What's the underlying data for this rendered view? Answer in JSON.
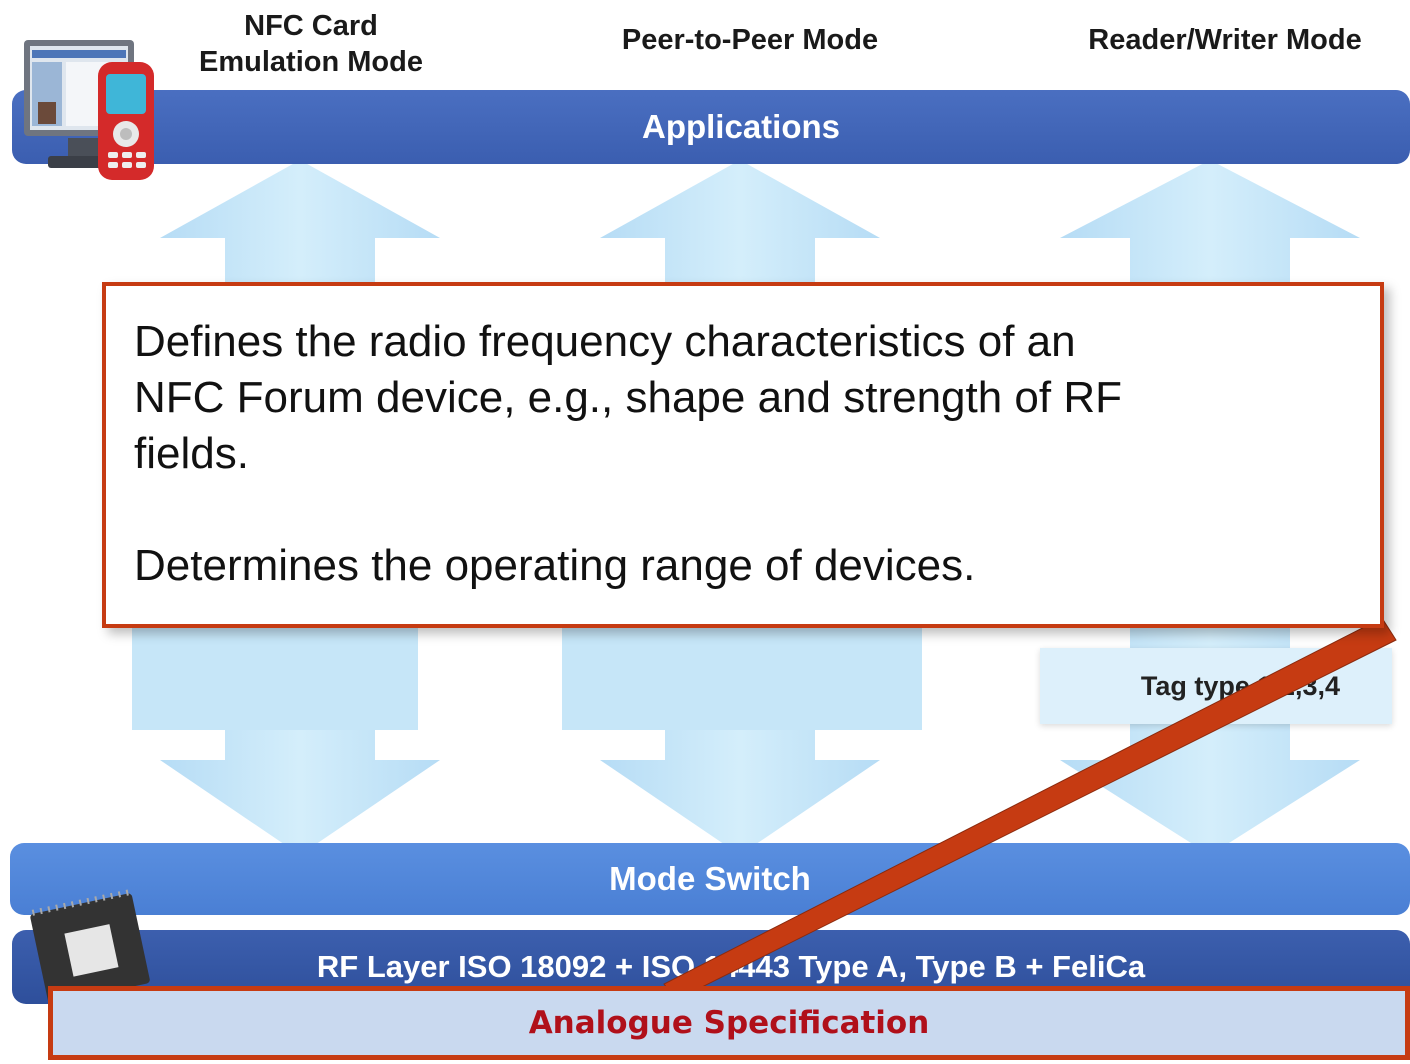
{
  "modes": {
    "card_emulation": [
      "NFC Card",
      "Emulation Mode"
    ],
    "peer_to_peer": "Peer-to-Peer Mode",
    "reader_writer": "Reader/Writer Mode"
  },
  "layers": {
    "applications": "Applications",
    "mode_switch": "Mode Switch",
    "rf_layer": "RF Layer ISO 18092 + ISO 14443 Type A, Type B + FeliCa"
  },
  "tag_box": "Tag type 1,2,3,4",
  "callout": {
    "paragraph_1": [
      "Defines the radio frequency characteristics of an",
      "NFC Forum device, e.g., shape and strength of RF",
      "fields."
    ],
    "paragraph_2": "Determines the operating range of devices."
  },
  "highlight": "Analogue Specification",
  "icons": [
    "computer-monitor-icon",
    "mobile-phone-icon",
    "chip-icon"
  ],
  "colors": {
    "applications_band": "#3b5eb0",
    "mode_switch_band": "#4a7fd4",
    "rf_band": "#2e4f9b",
    "arrow_fill": "#bfe3f7",
    "callout_border": "#c63b12",
    "highlight_text": "#b0101a",
    "highlight_fill": "#c9d9ef"
  }
}
